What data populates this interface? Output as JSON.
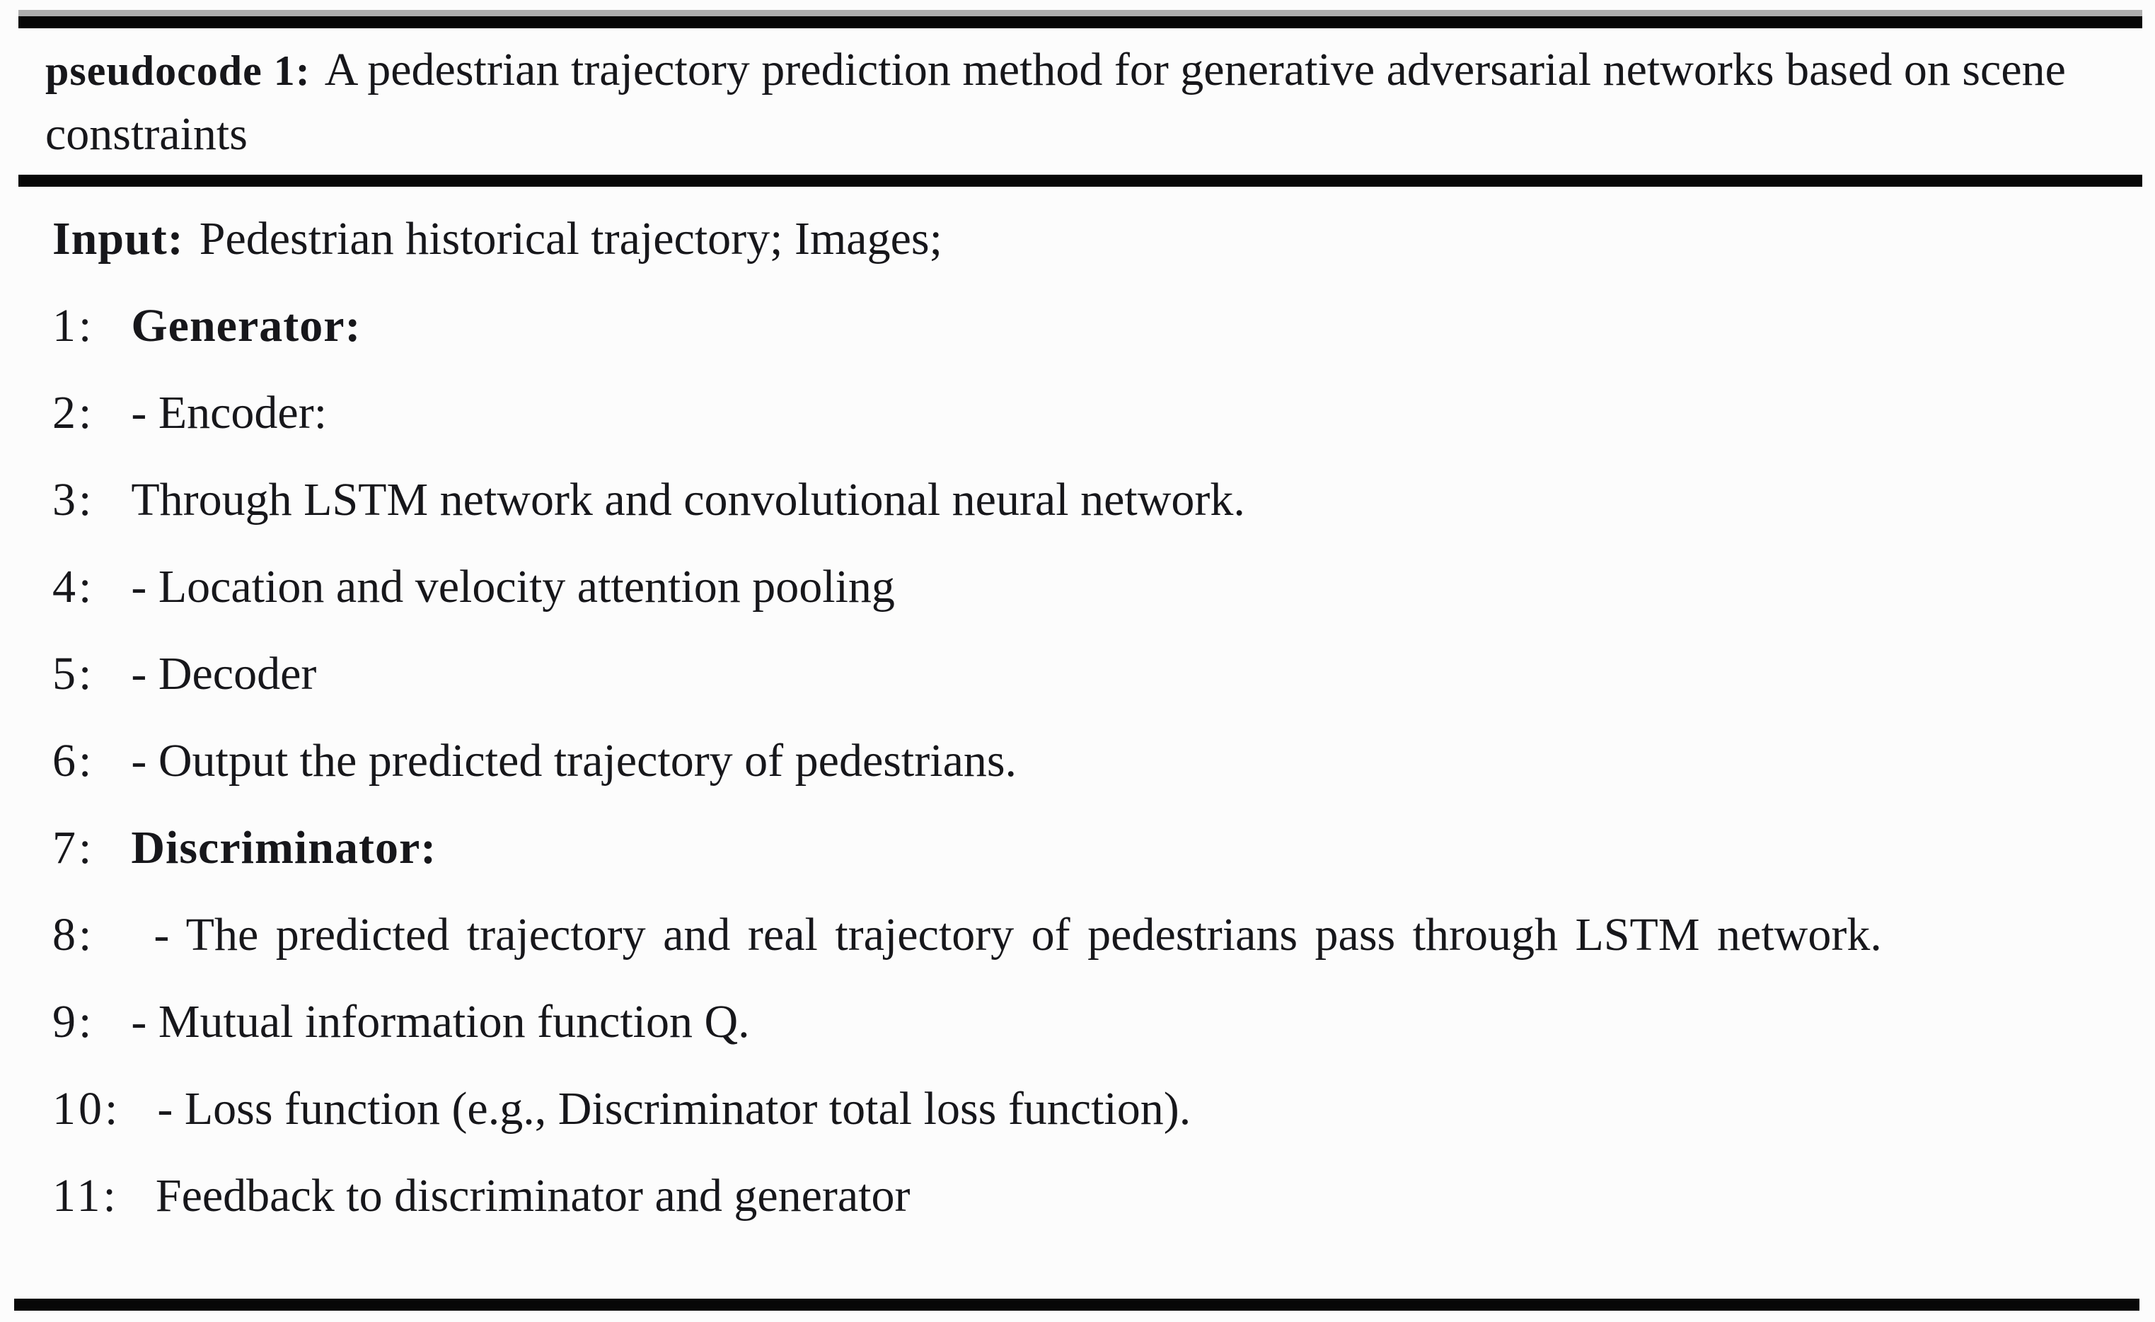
{
  "header": {
    "label": "pseudocode 1:",
    "title": "A pedestrian trajectory prediction method for generative adversarial networks based on scene constraints"
  },
  "input": {
    "label": "Input:",
    "text": "Pedestrian historical trajectory; Images;"
  },
  "lines": [
    {
      "num": "1:",
      "text": "Generator:",
      "bold": true
    },
    {
      "num": "2:",
      "text": "- Encoder:"
    },
    {
      "num": "3:",
      "text": "Through LSTM network and convolutional neural network."
    },
    {
      "num": "4:",
      "text": "- Location and velocity attention pooling"
    },
    {
      "num": "5:",
      "text": "- Decoder"
    },
    {
      "num": "6:",
      "text": "- Output the predicted trajectory of pedestrians."
    },
    {
      "num": "7:",
      "text": "Discriminator:",
      "bold": true
    },
    {
      "num": "8:",
      "text": "- The predicted trajectory and real trajectory of pedestrians pass through LSTM network.",
      "justify": true
    },
    {
      "num": "9:",
      "text": "- Mutual information function Q."
    },
    {
      "num": "10:",
      "text": "- Loss function (e.g., Discriminator total loss function)."
    },
    {
      "num": "11:",
      "text": "Feedback to discriminator and generator"
    }
  ],
  "colors": {
    "text": "#17171b",
    "rule": "#070707",
    "background": "#fcfcfc",
    "rule_shadow": "#aeaeae"
  }
}
